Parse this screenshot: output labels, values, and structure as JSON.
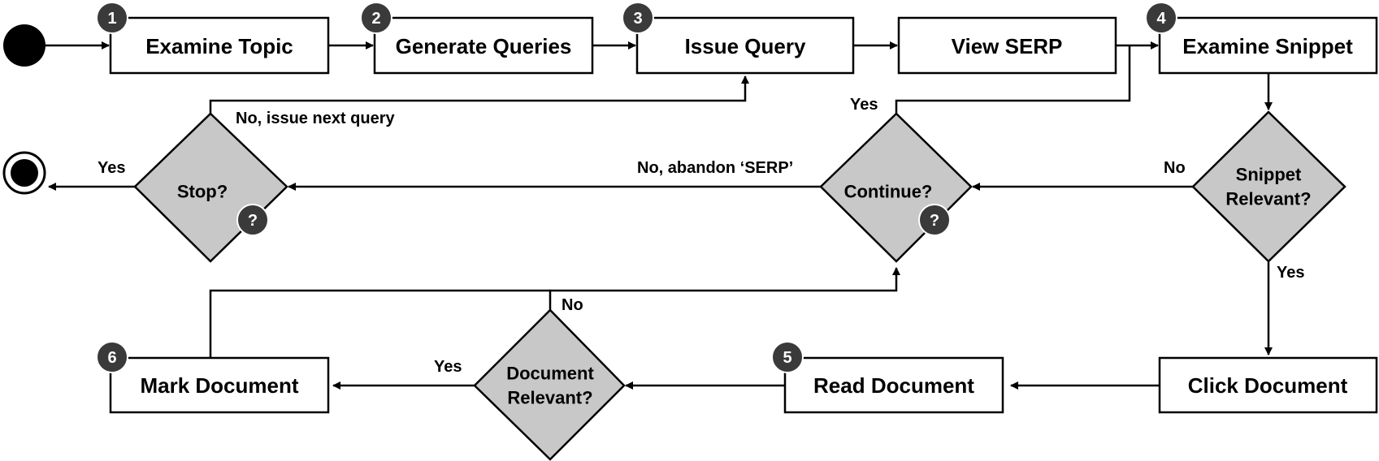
{
  "nodes": {
    "examine_topic": "Examine Topic",
    "generate_queries": "Generate Queries",
    "issue_query": "Issue Query",
    "view_serp": "View SERP",
    "examine_snippet": "Examine Snippet",
    "click_document": "Click Document",
    "read_document": "Read Document",
    "mark_document": "Mark Document"
  },
  "decisions": {
    "stop": "Stop?",
    "continue": "Continue?",
    "snippet_line1": "Snippet",
    "snippet_line2": "Relevant?",
    "document_line1": "Document",
    "document_line2": "Relevant?"
  },
  "badges": {
    "b1": "1",
    "b2": "2",
    "b3": "3",
    "b4": "4",
    "b5": "5",
    "b6": "6",
    "q": "?"
  },
  "edge_labels": {
    "no_next_query": "No, issue next query",
    "yes_stop": "Yes",
    "no_abandon": "No, abandon ‘SERP’",
    "yes_continue": "Yes",
    "no_snippet": "No",
    "yes_snippet": "Yes",
    "yes_document": "Yes",
    "no_document": "No"
  },
  "colors": {
    "decision_fill": "#c8c8c8",
    "badge_fill": "#3a3a3a"
  }
}
